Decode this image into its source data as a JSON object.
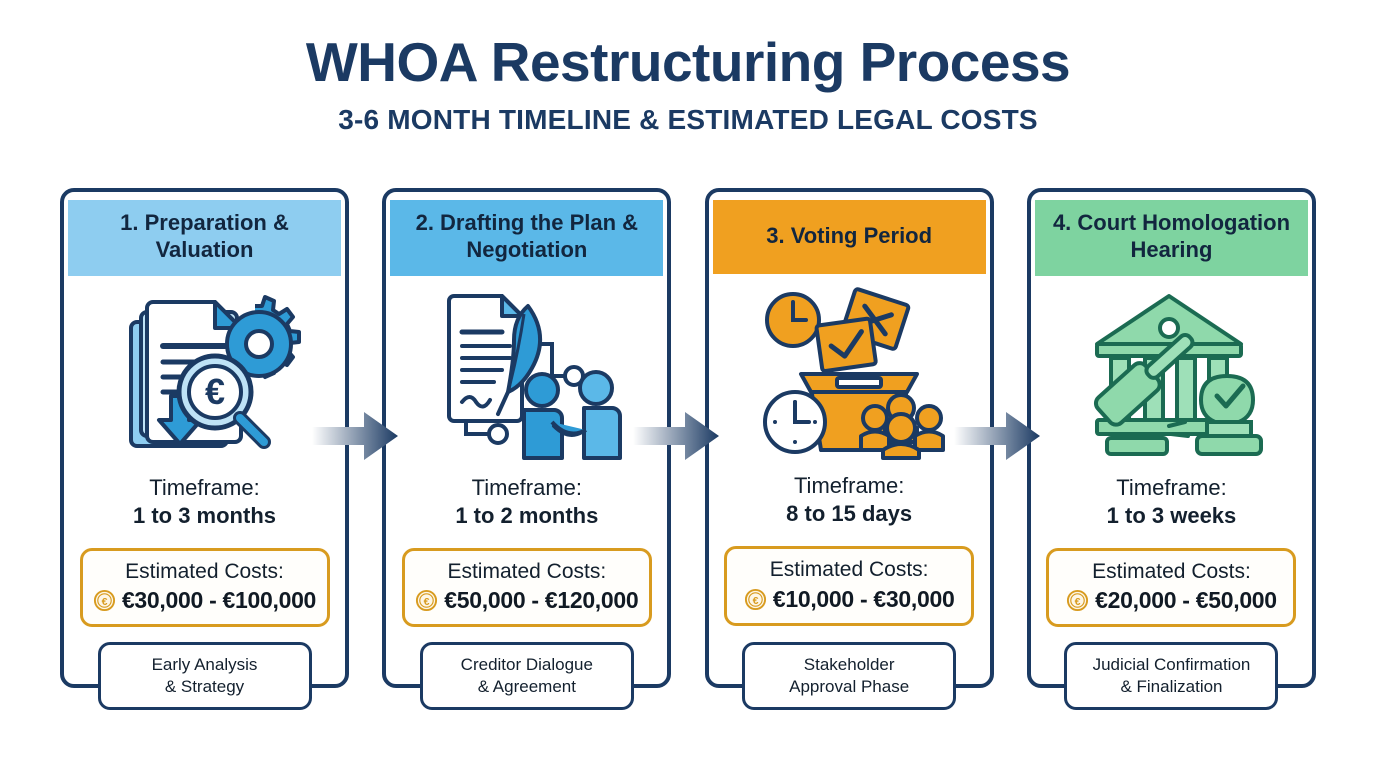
{
  "header": {
    "title": "WHOA Restructuring Process",
    "subtitle": "3-6 MONTH TIMELINE & ESTIMATED LEGAL COSTS"
  },
  "labels": {
    "timeframe_label": "Timeframe:",
    "cost_label": "Estimated Costs:"
  },
  "colors": {
    "navy": "#1b3a63",
    "gold": "#d89b1f",
    "step1_header": "#8ecdf0",
    "step2_header": "#5bb8e8",
    "step3_header": "#f0a020",
    "step4_header": "#7ed3a0"
  },
  "steps": [
    {
      "title": "1. Preparation & Valuation",
      "header_color": "#8ecdf0",
      "icon": "document-valuation-icon",
      "timeframe": "1 to 3 months",
      "cost": "€30,000 - €100,000",
      "footer": "Early Analysis & Strategy",
      "footer_line1": "Early Analysis",
      "footer_line2": "& Strategy"
    },
    {
      "title": "2. Drafting the Plan & Negotiation",
      "header_color": "#5bb8e8",
      "icon": "quill-handshake-icon",
      "timeframe": "1 to 2 months",
      "cost": "€50,000 - €120,000",
      "footer": "Creditor Dialogue & Agreement",
      "footer_line1": "Creditor Dialogue",
      "footer_line2": "& Agreement"
    },
    {
      "title": "3. Voting Period",
      "header_color": "#f0a020",
      "icon": "ballot-box-icon",
      "timeframe": "8 to 15 days",
      "cost": "€10,000 - €30,000",
      "footer": "Stakeholder Approval Phase",
      "footer_line1": "Stakeholder",
      "footer_line2": "Approval Phase"
    },
    {
      "title": "4. Court Homologation Hearing",
      "header_color": "#7ed3a0",
      "icon": "courthouse-gavel-icon",
      "timeframe": "1 to 3 weeks",
      "cost": "€20,000 - €50,000",
      "footer": "Judicial Confirmation & Finalization",
      "footer_line1": "Judicial Confirmation",
      "footer_line2": "& Finalization"
    }
  ],
  "arrows": [
    {
      "name": "arrow-step1-to-step2"
    },
    {
      "name": "arrow-step2-to-step3"
    },
    {
      "name": "arrow-step3-to-step4"
    }
  ]
}
